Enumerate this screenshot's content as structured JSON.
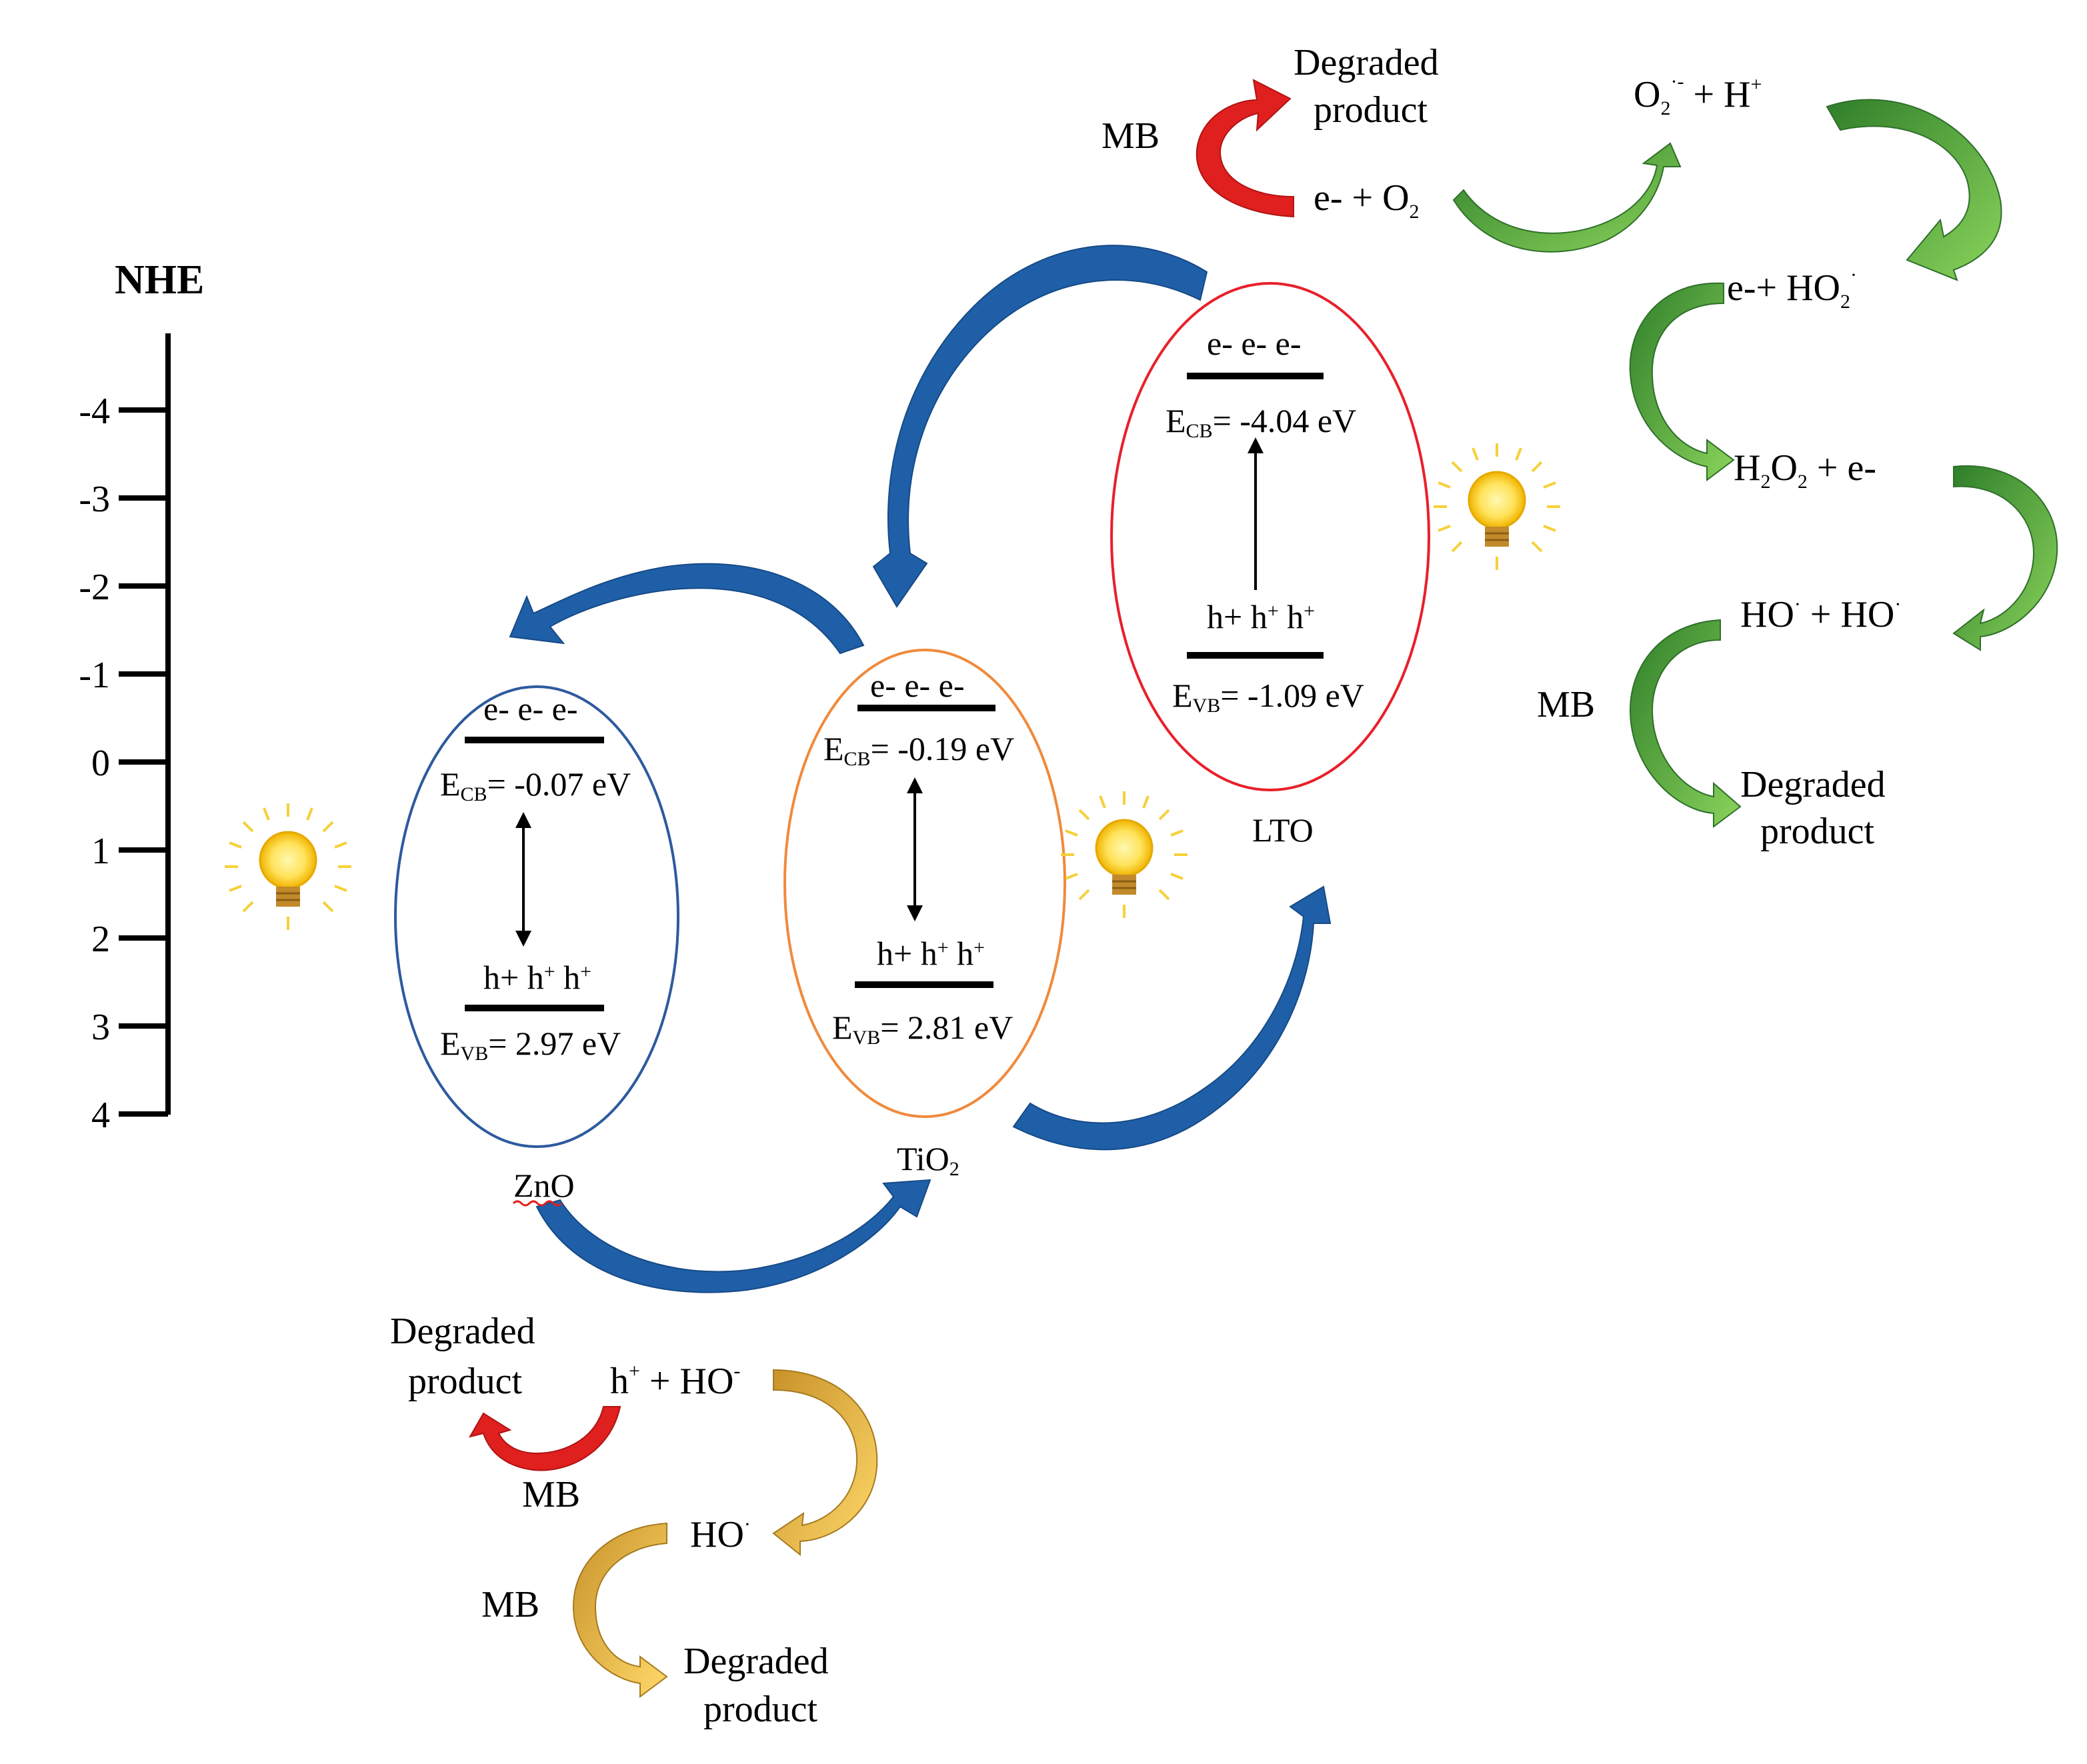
{
  "axis": {
    "title": "NHE",
    "ticks": [
      "-4",
      "-3",
      "-2",
      "-1",
      "0",
      "1",
      "2",
      "3",
      "4"
    ]
  },
  "semiconductors": [
    {
      "name_main": "ZnO",
      "name_sub": "",
      "electrons": "e- e- e-",
      "cb_prefix": "E",
      "cb_sub": "CB",
      "cb_value": "= -0.07 eV",
      "holes_main": "h+ h",
      "holes_sup1": "+",
      "holes_mid": " h",
      "holes_sup2": "+",
      "vb_prefix": "E",
      "vb_sub": "VB",
      "vb_value": "= 2.97 eV",
      "ellipse_color": "#2e5a9e"
    },
    {
      "name_main": "TiO",
      "name_sub": "2",
      "electrons": "e- e- e-",
      "cb_prefix": "E",
      "cb_sub": "CB",
      "cb_value": "= -0.19 eV",
      "holes_main": "h+ h",
      "holes_sup1": "+",
      "holes_mid": " h",
      "holes_sup2": "+",
      "vb_prefix": "E",
      "vb_sub": "VB",
      "vb_value": "= 2.81 eV",
      "ellipse_color": "#f08a3c"
    },
    {
      "name_main": "LTO",
      "name_sub": "",
      "electrons": "e- e- e-",
      "cb_prefix": "E",
      "cb_sub": "CB",
      "cb_value": "= -4.04 eV",
      "holes_main": "h+ h",
      "holes_sup1": "+",
      "holes_mid": " h",
      "holes_sup2": "+",
      "vb_prefix": "E",
      "vb_sub": "VB",
      "vb_value": "= -1.09 eV",
      "ellipse_color": "#e8202a"
    }
  ],
  "top_reactions": {
    "mb": "MB",
    "degraded_1": "Degraded",
    "degraded_2": "product",
    "e_o2_a": "e- + O",
    "e_o2_sub": "2",
    "o2_a": "O",
    "o2_sub": "2",
    "o2_sup": "·-",
    "o2_b": " + H",
    "o2_sup2": "+",
    "ho2_a": "e-+ HO",
    "ho2_sub": "2",
    "ho2_sup": "·",
    "h2o2_a": "H",
    "h2o2_sub1": "2",
    "h2o2_b": "O",
    "h2o2_sub2": "2",
    "h2o2_c": " + e-",
    "hoho_a": "HO",
    "hoho_sup1": "·",
    "hoho_b": " + HO",
    "hoho_sup2": "·",
    "mb2": "MB",
    "degraded2_1": "Degraded",
    "degraded2_2": "product"
  },
  "bottom_reactions": {
    "degraded_1": "Degraded",
    "degraded_2": "product",
    "h_a": "h",
    "h_sup": "+",
    "h_b": " + HO",
    "h_sup2": "-",
    "mb": "MB",
    "ho_a": "HO",
    "ho_sup": "·",
    "mb2": "MB",
    "degraded2_1": "Degraded",
    "degraded2_2": "product"
  },
  "colors": {
    "blue_arrow": "#1f5fa8",
    "red_arrow": "#e01f1f",
    "green_arrow": "#4ea43a",
    "gold_arrow": "#e7b83a",
    "bulb": "#ffe35c"
  },
  "icons": [
    "light-bulb-icon"
  ]
}
